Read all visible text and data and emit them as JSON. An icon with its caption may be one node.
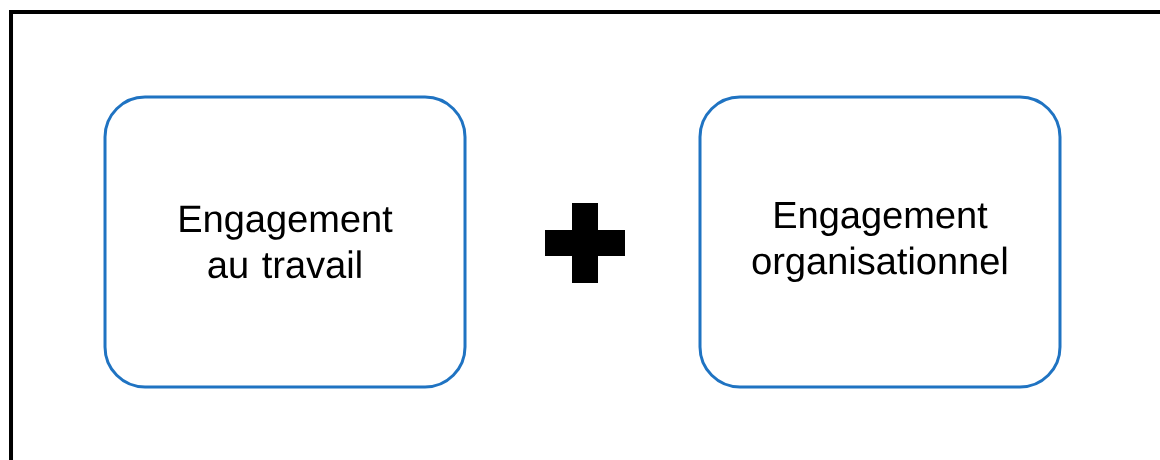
{
  "diagram": {
    "nodes": [
      {
        "text": [
          "Engagement au travail"
        ]
      },
      {
        "text": [],
        "shape": "plus"
      },
      {
        "text": [
          "Engagement organisationnel"
        ]
      }
    ]
  }
}
